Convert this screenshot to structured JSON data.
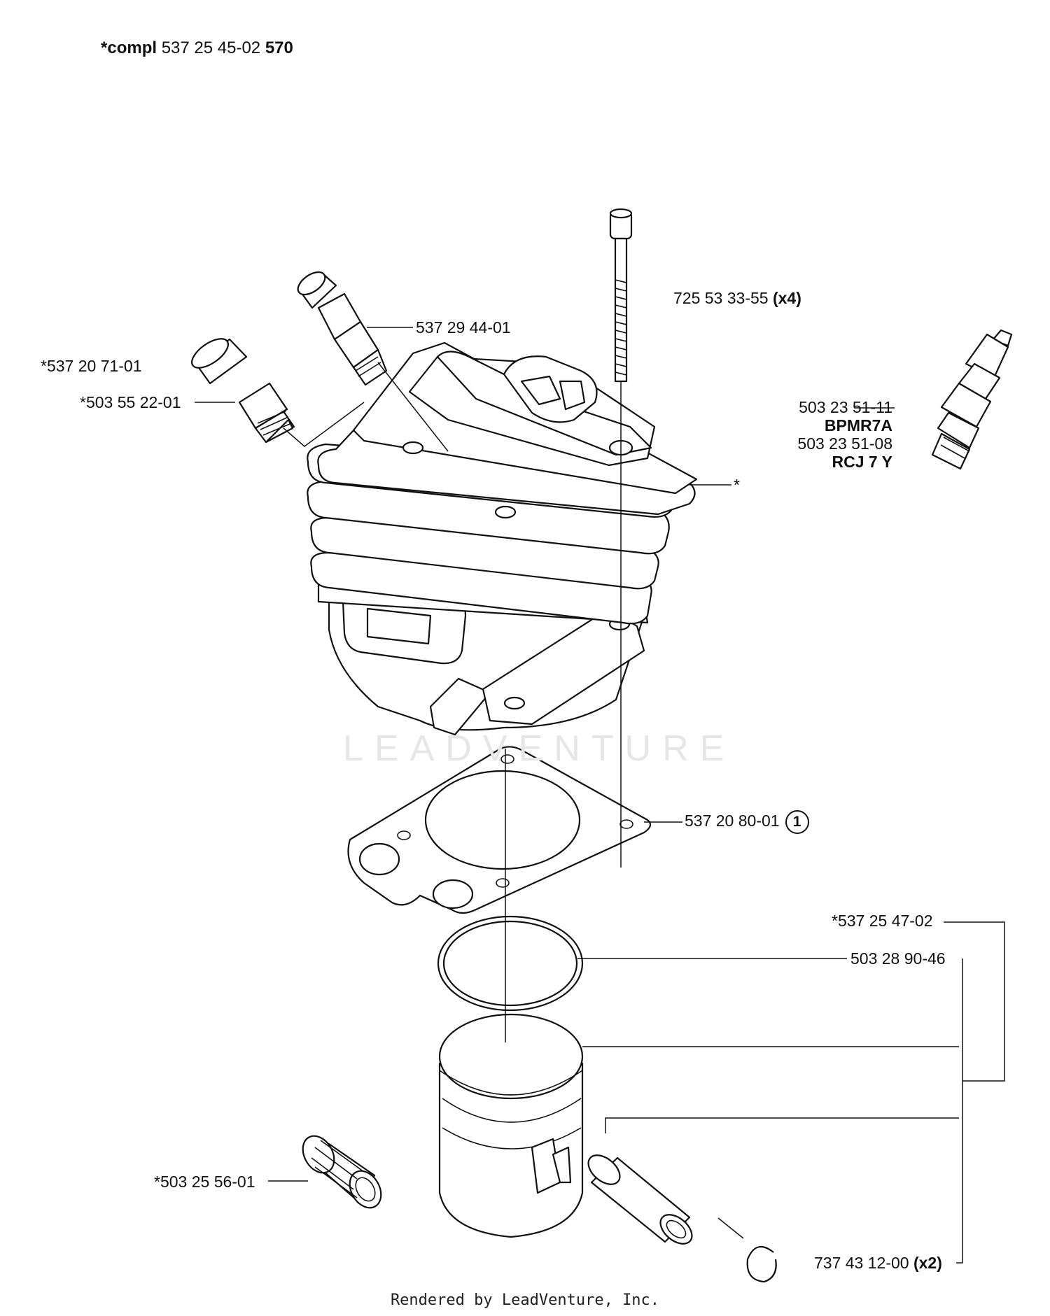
{
  "header": {
    "prefix": "*compl",
    "number": "537 25 45-02",
    "suffix": "570"
  },
  "labels": {
    "bolt": {
      "number": "725 53 33-55",
      "qty": "(x4)"
    },
    "valve": "537 29 44-01",
    "plug": "*537 20 71-01",
    "adapter": "*503 55 22-01",
    "spark_plug": {
      "a_number": "503 23 51-11",
      "a_code": "BPMR7A",
      "b_number": "503 23 51-08",
      "b_code": "RCJ 7 Y"
    },
    "cylinder": "*",
    "gasket": {
      "number": "537 20 80-01",
      "callout": "1"
    },
    "piston_kit": "*537 25 47-02",
    "ring": "503 28 90-46",
    "bearing": "*503 25 56-01",
    "circlip": {
      "number": "737 43 12-00",
      "qty": "(x2)"
    }
  },
  "watermark": "LEADVENTURE",
  "footer": "Rendered by LeadVenture, Inc."
}
